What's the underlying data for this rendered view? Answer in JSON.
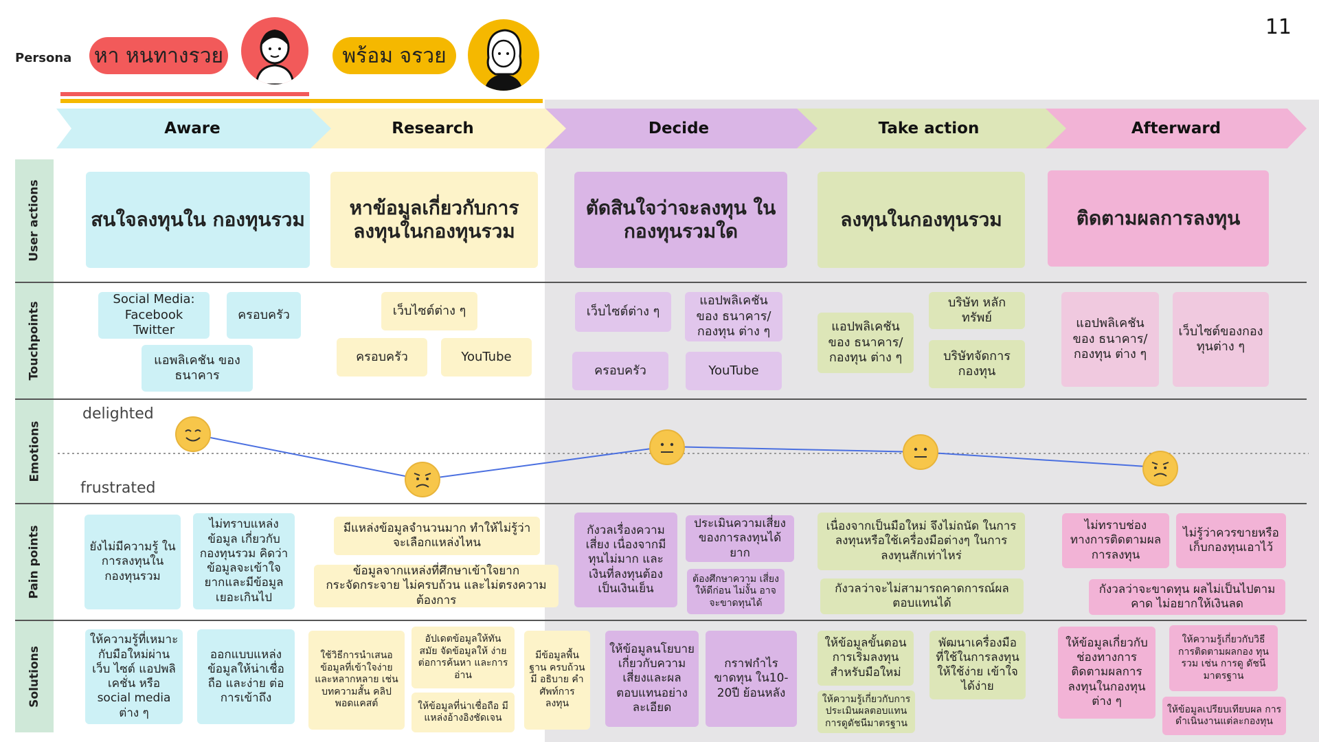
{
  "slide_number": "11",
  "persona": {
    "label": "Persona",
    "p1": "หา หนทางรวย",
    "p2": "พร้อม จรวย",
    "colors": {
      "p1": "#f25a5a",
      "p2": "#f5b800"
    }
  },
  "stages": [
    "Aware",
    "Research",
    "Decide",
    "Take action",
    "Afterward"
  ],
  "rows": {
    "user_actions": "User actions",
    "touchpoints": "Touchpoints",
    "emotions": "Emotions",
    "pain_points": "Pain points",
    "solutions": "Solutions"
  },
  "user_actions": {
    "aware": "สนใจลงทุนใน กองทุนรวม",
    "research": "หาข้อมูลเกี่ยวกับการ ลงทุนในกองทุนรวม",
    "decide": "ตัดสินใจว่าจะลงทุน ในกองทุนรวมใด",
    "take_action": "ลงทุนในกองทุนรวม",
    "afterward": "ติดตามผลการลงทุน"
  },
  "touchpoints": {
    "aware": [
      "Social Media: Facebook Twitter",
      "ครอบครัว",
      "แอพลิเคชัน ของธนาคาร"
    ],
    "research": [
      "เว็บไซต์ต่าง ๆ",
      "ครอบครัว",
      "YouTube"
    ],
    "decide": [
      "เว็บไซต์ต่าง ๆ",
      "แอปพลิเคชันของ ธนาคาร/กองทุน ต่าง ๆ",
      "ครอบครัว",
      "YouTube"
    ],
    "take_action": [
      "แอปพลิเคชันของ ธนาคาร/กองทุน ต่าง ๆ",
      "บริษัท หลักทรัพย์",
      "บริษัทจัดการ กองทุน"
    ],
    "afterward": [
      "แอปพลิเคชันของ ธนาคาร/กองทุน ต่าง ๆ",
      "เว็บไซต์ของกอง ทุนต่าง ๆ"
    ]
  },
  "emotions": {
    "delighted": "delighted",
    "frustrated": "frustrated",
    "levels": [
      {
        "stage": "Aware",
        "mood": "happy"
      },
      {
        "stage": "Research",
        "mood": "sad"
      },
      {
        "stage": "Decide",
        "mood": "neutral"
      },
      {
        "stage": "Take action",
        "mood": "neutral"
      },
      {
        "stage": "Afterward",
        "mood": "sad"
      }
    ]
  },
  "pain_points": {
    "aware": [
      "ยังไม่มีความรู้ ในการลงทุนใน กองทุนรวม",
      "ไม่ทราบแหล่งข้อมูล เกี่ยวกับกองทุนรวม คิดว่าข้อมูลจะเข้าใจ ยากและมีข้อมูล เยอะเกินไป"
    ],
    "research": [
      "มีแหล่งข้อมูลจำนวนมาก ทำให้ไม่รู้ว่าจะเลือกแหล่งไหน",
      "ข้อมูลจากแหล่งที่ศึกษาเข้าใจยาก กระจัดกระจาย ไม่ครบถ้วน และไม่ตรงความต้องการ"
    ],
    "decide": [
      "กังวลเรื่องความ เสี่ยง เนื่องจากมี ทุนไม่มาก และ เงินที่ลงทุนต้อง เป็นเงินเย็น",
      "ประเมินความเสี่ยง ของการลงทุนได้ยาก",
      "ต้องศึกษาความ เสี่ยงให้ดีก่อน ไม่งั้น อาจจะขาดทุนได้"
    ],
    "take_action": [
      "เนื่องจากเป็นมือใหม่ จึงไม่ถนัด ในการลงทุนหรือใช้เครื่องมือต่างๆ ในการลงทุนสักเท่าไหร่",
      "กังวลว่าจะไม่สามารถคาดการณ์ผล ตอบแทนได้"
    ],
    "afterward": [
      "ไม่ทราบช่อง ทางการติดตามผล การลงทุน",
      "ไม่รู้ว่าควรขายหรือ เก็บกองทุนเอาไว้",
      "กังวลว่าจะขาดทุน ผลไม่เป็นไปตามคาด ไม่อยากให้เงินลด"
    ]
  },
  "solutions": {
    "aware": [
      "ให้ความรู้ที่เหมาะ กับมือใหม่ผ่านเว็บ ไซต์ แอปพลิเคชั่น หรือ social media ต่าง ๆ",
      "ออกแบบแหล่ง ข้อมูลให้น่าเชื่อถือ และง่าย ต่อการเข้าถึง"
    ],
    "research": [
      "ใช้วิธีการนำเสนอ ข้อมูลที่เข้าใจง่าย และหลากหลาย เช่น บทความสั้น คลิป พอดแคสต์",
      "อัปเดตข้อมูลให้ทัน สมัย จัดข้อมูลให้ ง่ายต่อการค้นหา และการอ่าน",
      "ให้ข้อมูลที่น่าเชื่อถือ มีแหล่งอ้างอิงชัดเจน",
      "มีข้อมูลพื้นฐาน ครบถ้วน มี อธิบาย คำศัพท์การ ลงทุน"
    ],
    "decide": [
      "ให้ข้อมูลนโยบาย เกี่ยวกับความ เสี่ยงและผล ตอบแทนอย่าง ละเอียด",
      "กราฟกำไร ขาดทุน ใน10-20ปี ย้อนหลัง"
    ],
    "take_action": [
      "ให้ข้อมูลขั้นตอน การเริ่มลงทุน สำหรับมือใหม่",
      "พัฒนาเครื่องมือ ที่ใช้ในการลงทุน ให้ใช้ง่าย เข้าใจได้ง่าย",
      "ให้ความรู้เกี่ยวกับการ ประเมินผลตอบแทน การดูดัชนีมาตรฐาน"
    ],
    "afterward": [
      "ให้ข้อมูลเกี่ยวกับ ช่องทางการ ติดตามผลการ ลงทุนในกองทุน ต่าง ๆ",
      "ให้ความรู้เกี่ยวกับวิธี การติดตามผลกอง ทุนรวม เช่น การดู ดัชนีมาตรฐาน",
      "ให้ข้อมูลเปรียบเทียบผล การดำเนินงานแต่ละกองทุน"
    ]
  },
  "palette": {
    "aware": "#cdf1f6",
    "research": "#fdf3c9",
    "decide": "#dab6e6",
    "take_action": "#dde6b8",
    "afterward": "#f2b3d6"
  }
}
